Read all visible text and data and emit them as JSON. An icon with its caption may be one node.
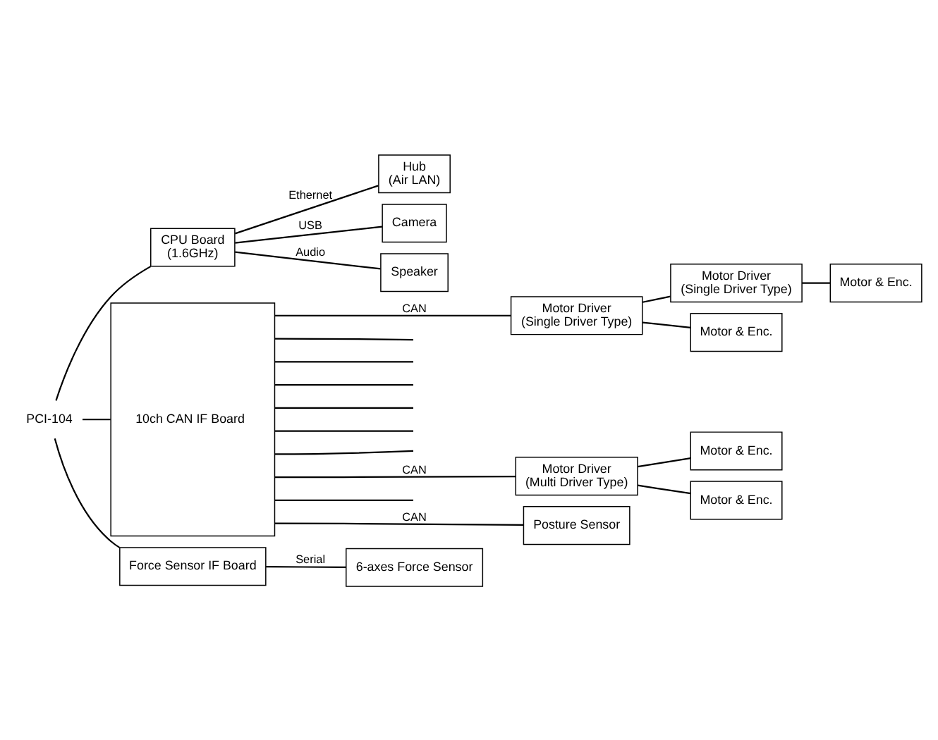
{
  "diagram": {
    "nodes": [
      {
        "text": [
          "Hub",
          "(Air LAN)"
        ]
      },
      {
        "text": [
          "CPU Board",
          "(1.6GHz)"
        ]
      },
      {
        "text": [
          "Camera"
        ]
      },
      {
        "text": [
          "Speaker"
        ]
      },
      {
        "text": [
          "10ch CAN IF Board"
        ]
      },
      {
        "text": [
          "Motor Driver",
          "(Single Driver Type)"
        ]
      },
      {
        "text": [
          "Motor Driver",
          "(Single Driver Type)"
        ]
      },
      {
        "text": [
          "Motor & Enc."
        ]
      },
      {
        "text": [
          "Motor & Enc."
        ]
      },
      {
        "text": [
          "Motor Driver",
          "(Multi Driver Type)"
        ]
      },
      {
        "text": [
          "Motor & Enc."
        ]
      },
      {
        "text": [
          "Motor & Enc."
        ]
      },
      {
        "text": [
          "Posture Sensor"
        ]
      },
      {
        "text": [
          "Force Sensor IF Board"
        ]
      },
      {
        "text": [
          "6-axes Force Sensor"
        ]
      },
      {
        "text": [
          "PCI-104"
        ]
      }
    ],
    "edges": [
      {
        "from": 1,
        "to": 0,
        "arrow": "none",
        "label": "Ethernet"
      },
      {
        "from": 1,
        "to": 2,
        "arrow": "none",
        "label": "USB"
      },
      {
        "from": 1,
        "to": 3,
        "arrow": "none",
        "label": "Audio"
      },
      {
        "from": 4,
        "to": 5,
        "arrow": "none",
        "label": "CAN"
      },
      {
        "from": 5,
        "to": 6,
        "arrow": "none"
      },
      {
        "from": 5,
        "to": 7,
        "arrow": "none"
      },
      {
        "from": 6,
        "to": 8,
        "arrow": "none"
      },
      {
        "from": 4,
        "to": null,
        "arrow": "none"
      },
      {
        "from": 4,
        "to": null,
        "arrow": "none"
      },
      {
        "from": 4,
        "to": null,
        "arrow": "none"
      },
      {
        "from": 4,
        "to": null,
        "arrow": "none"
      },
      {
        "from": 4,
        "to": null,
        "arrow": "none"
      },
      {
        "from": 4,
        "to": null,
        "arrow": "none"
      },
      {
        "from": 4,
        "to": 9,
        "arrow": "none",
        "label": "CAN"
      },
      {
        "from": 9,
        "to": 10,
        "arrow": "none"
      },
      {
        "from": 9,
        "to": 11,
        "arrow": "none"
      },
      {
        "from": 4,
        "to": null,
        "arrow": "none"
      },
      {
        "from": 4,
        "to": 12,
        "arrow": "none",
        "label": "CAN"
      },
      {
        "from": 13,
        "to": 14,
        "arrow": "none",
        "label": "Serial"
      },
      {
        "from": 15,
        "to": 1,
        "arrow": "none"
      },
      {
        "from": 15,
        "to": 4,
        "arrow": "none"
      },
      {
        "from": 15,
        "to": 13,
        "arrow": "none"
      }
    ]
  }
}
